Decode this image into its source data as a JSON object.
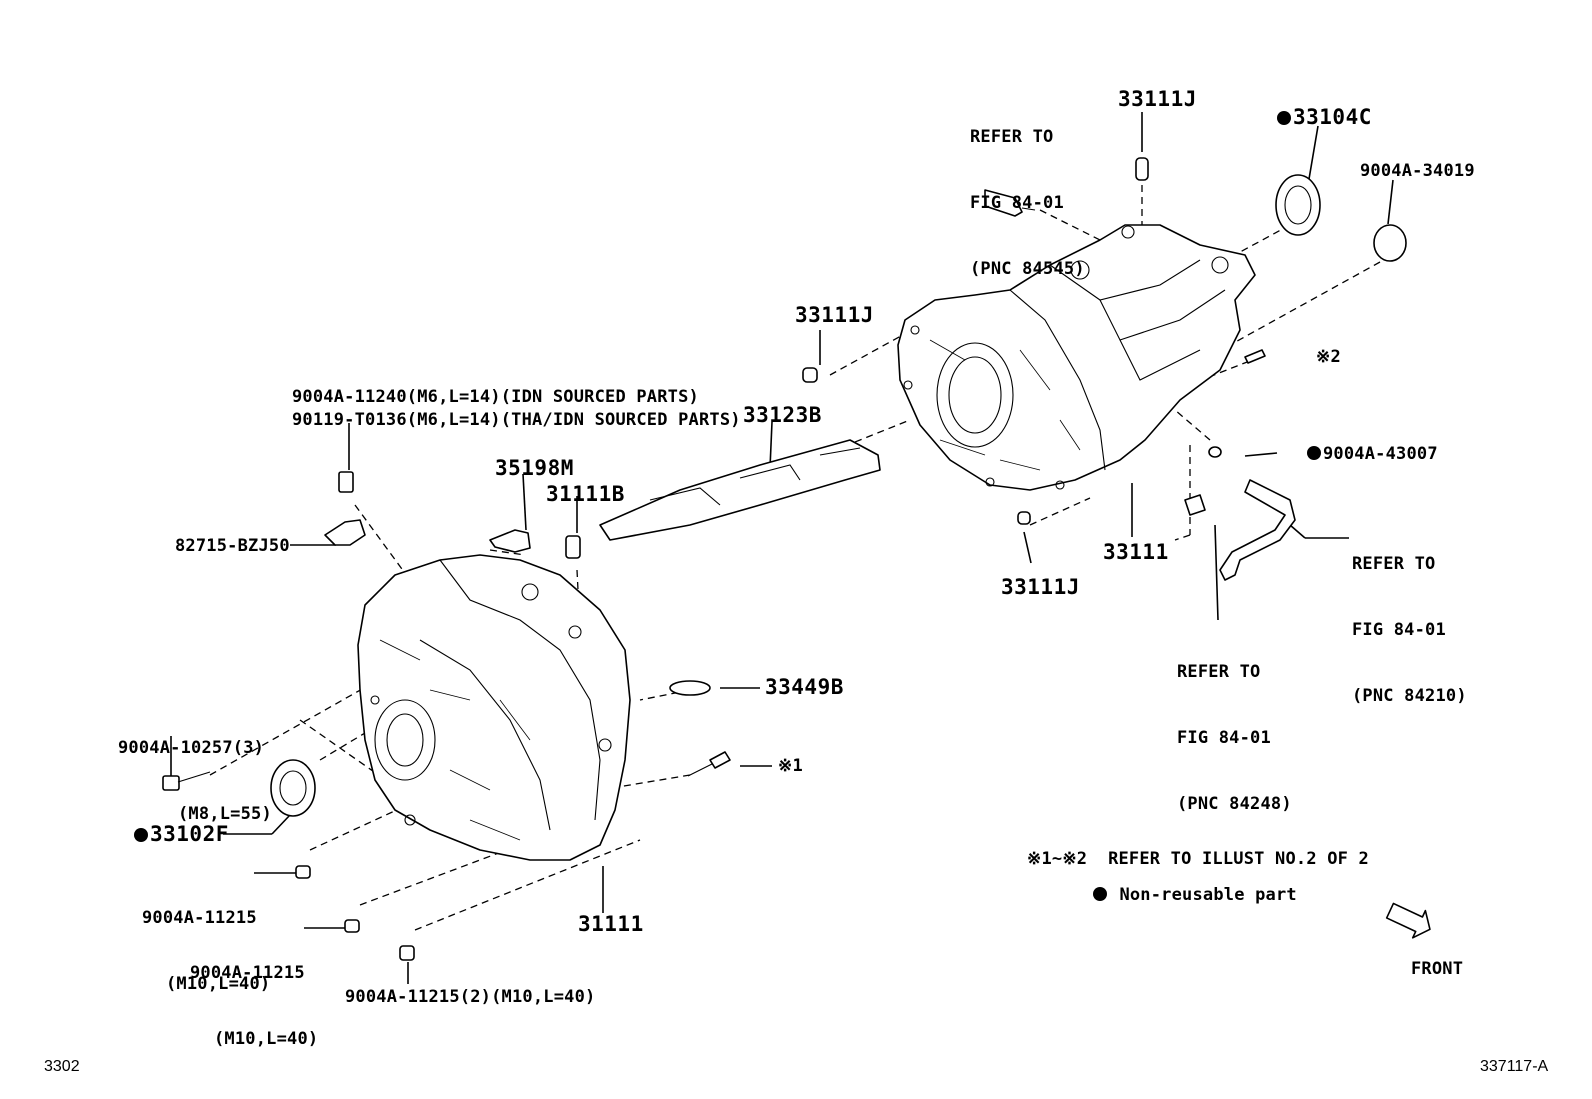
{
  "labels": {
    "refer_84545": [
      "REFER TO",
      "FIG 84-01",
      "(PNC 84545)"
    ],
    "p33111j_top": "33111J",
    "p33104c": "33104C",
    "p9004a_34019": "9004A-34019",
    "p33111j_mid": "33111J",
    "note2_mark": "※2",
    "p9004a_11240": "9004A-11240(M6,L=14)(IDN SOURCED PARTS)",
    "p90119_t0136": "90119-T0136(M6,L=14)(THA/IDN SOURCED PARTS)",
    "p33123b": "33123B",
    "p9004a_43007": "9004A-43007",
    "p35198m": "35198M",
    "p31111b": "31111B",
    "refer_84210": [
      "REFER TO",
      "FIG 84-01",
      "(PNC 84210)"
    ],
    "p82715": "82715-BZJ50",
    "p33111_right": "33111",
    "p33111j_bottom": "33111J",
    "refer_84248": [
      "REFER TO",
      "FIG 84-01",
      "(PNC 84248)"
    ],
    "p33449b": "33449B",
    "p9004a_10257": [
      "9004A-10257(3)",
      "(M8,L=55)"
    ],
    "note1_mark": "※1",
    "p33102f": "33102F",
    "p9004a_11215_a": [
      "9004A-11215",
      "(M10,L=40)"
    ],
    "p9004a_11215_b": [
      "9004A-11215",
      "(M10,L=40)"
    ],
    "p31111_left": "31111",
    "p9004a_11215_c": "9004A-11215(2)(M10,L=40)"
  },
  "legend": {
    "refer_note": "※1~※2  REFER TO ILLUST NO.2 OF 2",
    "non_reusable": "Non-reusable part",
    "front": "FRONT"
  },
  "footer": {
    "figure_code": "3302",
    "illustration_id": "337117-A"
  }
}
